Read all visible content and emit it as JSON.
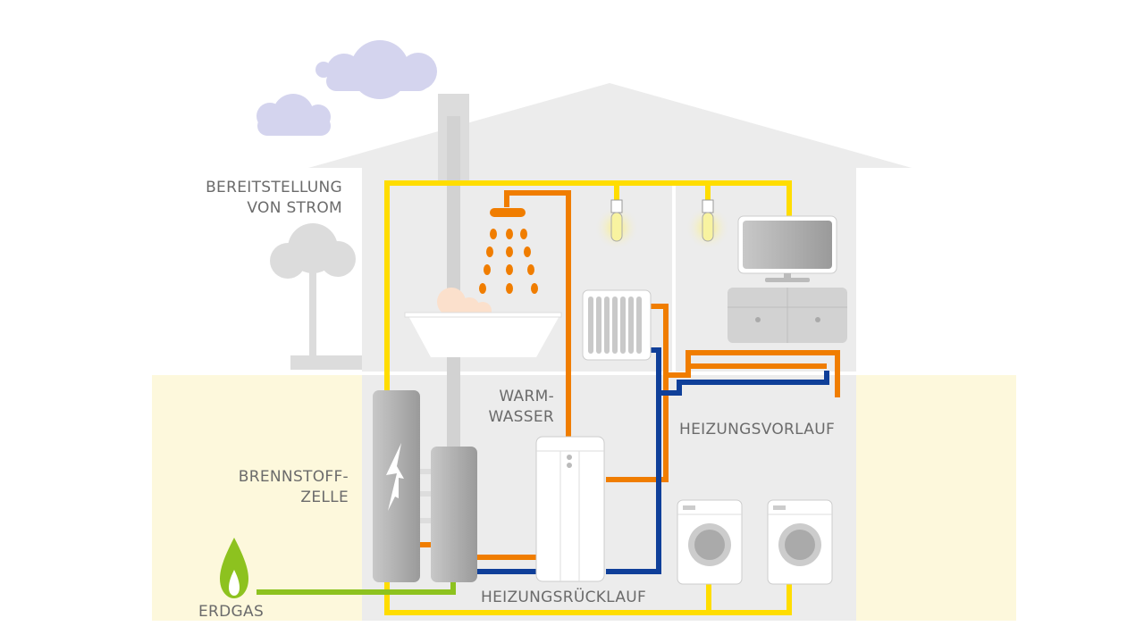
{
  "labels": {
    "strom_line1": "BEREITSTELLUNG",
    "strom_line2": "VON STROM",
    "warmwasser_line1": "WARM-",
    "warmwasser_line2": "WASSER",
    "heizungsvorlauf": "HEIZUNGSVORLAUF",
    "brennstoffzelle_line1": "BRENNSTOFF-",
    "brennstoffzelle_line2": "ZELLE",
    "erdgas": "ERDGAS",
    "heizungsruecklauf": "HEIZUNGSRÜCKLAUF"
  },
  "colors": {
    "electricity": "#ffdd00",
    "hot_water": "#f07d00",
    "return": "#0f3f99",
    "gas": "#8dc21f",
    "house": "#ececec",
    "ground": "#fdf8dc",
    "clouds": "#d4d4ee"
  },
  "icons": [
    "cloud-icon",
    "tree-icon",
    "shower-icon",
    "bathtub-icon",
    "light-bulb-icon",
    "tv-icon",
    "sideboard-icon",
    "radiator-icon",
    "fuel-cell-icon",
    "storage-tank-icon",
    "gas-flame-icon",
    "washing-machine-icon",
    "lightning-icon"
  ]
}
